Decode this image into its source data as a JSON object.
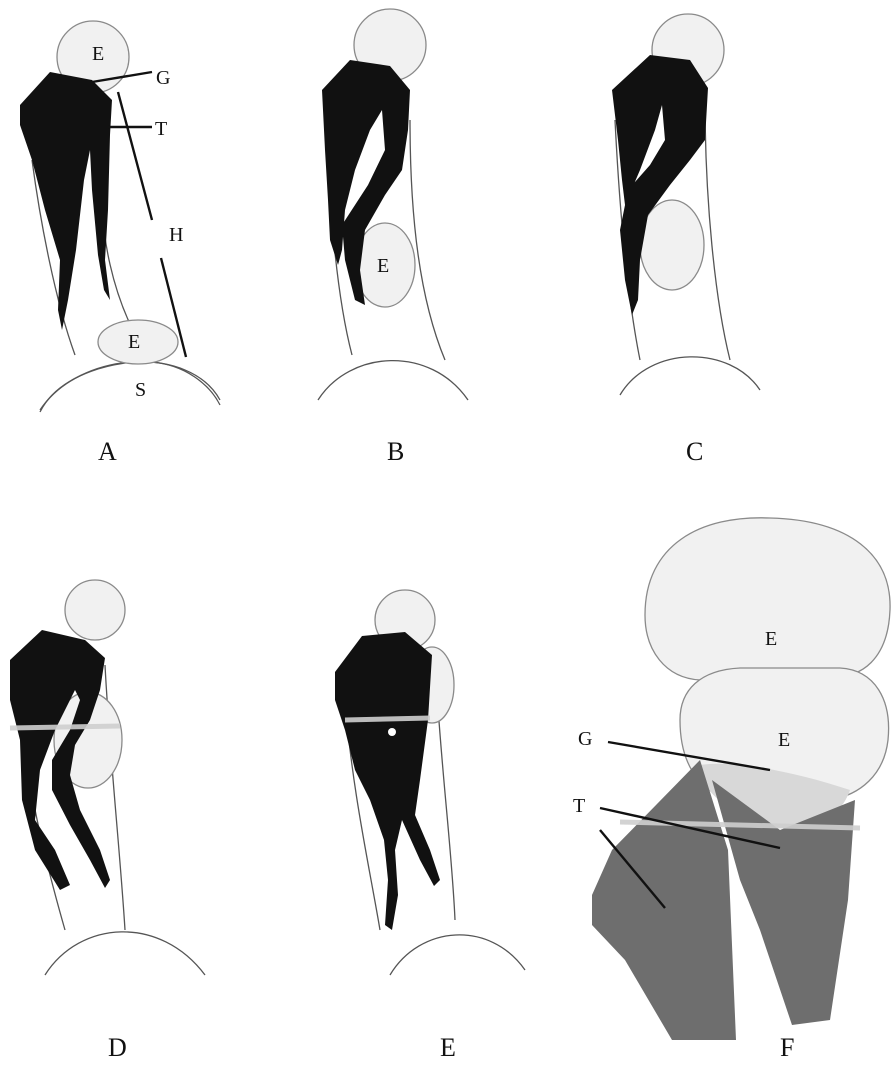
{
  "panels": [
    {
      "id": "A",
      "caption": "A"
    },
    {
      "id": "B",
      "caption": "B"
    },
    {
      "id": "C",
      "caption": "C"
    },
    {
      "id": "D",
      "caption": "D"
    },
    {
      "id": "E",
      "caption": "E"
    },
    {
      "id": "F",
      "caption": "F"
    }
  ],
  "labels": {
    "egg": "E",
    "g": "G",
    "t": "T",
    "h": "H",
    "s": "S"
  }
}
